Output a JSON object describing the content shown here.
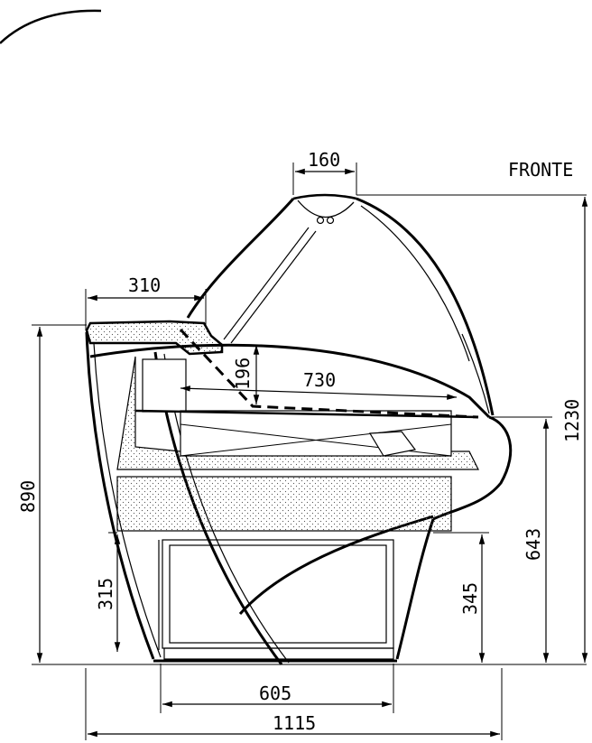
{
  "labels": {
    "side": "FRONTE"
  },
  "dimensions": {
    "top_width": "160",
    "shelf_width": "310",
    "height_total": "890",
    "tray_depth": "196",
    "tray_width": "730",
    "height_overall": "1230",
    "counter_height": "643",
    "base_left": "315",
    "base_right": "345",
    "base_width": "605",
    "total_width": "1115"
  }
}
